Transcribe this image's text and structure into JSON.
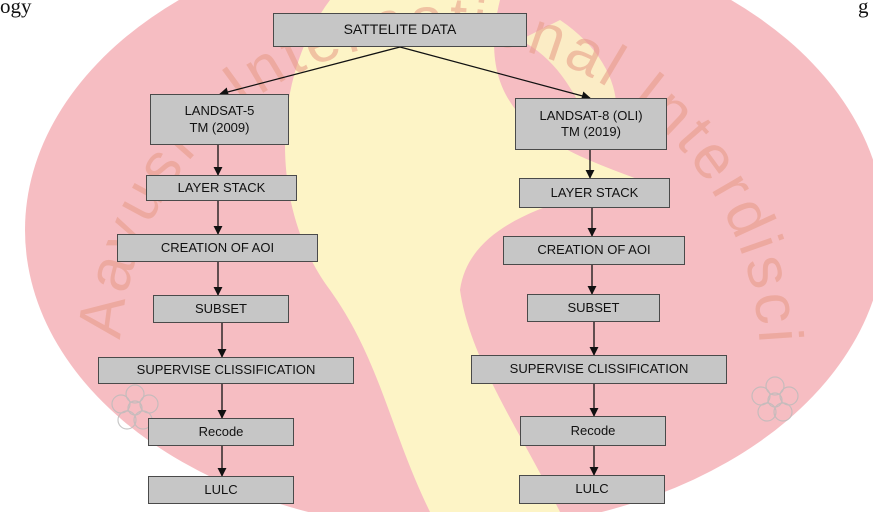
{
  "intro_fragment": "ogy",
  "intro_fragment_right": "g",
  "watermark": {
    "text": "Aayushi International Interdisciplinary Research Journal",
    "colors": {
      "outer": "#ef9aa2",
      "inner": "#fdf9c8",
      "ring_text": "#e5987c"
    }
  },
  "flowchart": {
    "root": "SATTELITE DATA",
    "left": {
      "source": "LANDSAT-5\nTM (2009)",
      "steps": [
        "LAYER STACK",
        "CREATION OF AOI",
        "SUBSET",
        "SUPERVISE CLISSIFICATION",
        "Recode",
        "LULC"
      ]
    },
    "right": {
      "source": "LANDSAT-8 (OLI)\nTM (2019)",
      "steps": [
        "LAYER STACK",
        "CREATION OF AOI",
        "SUBSET",
        "SUPERVISE CLISSIFICATION",
        "Recode",
        "LULC"
      ]
    }
  },
  "colors": {
    "box_fill": "#c6c6c6",
    "box_border": "#4a4a4a",
    "arrow": "#111111"
  }
}
